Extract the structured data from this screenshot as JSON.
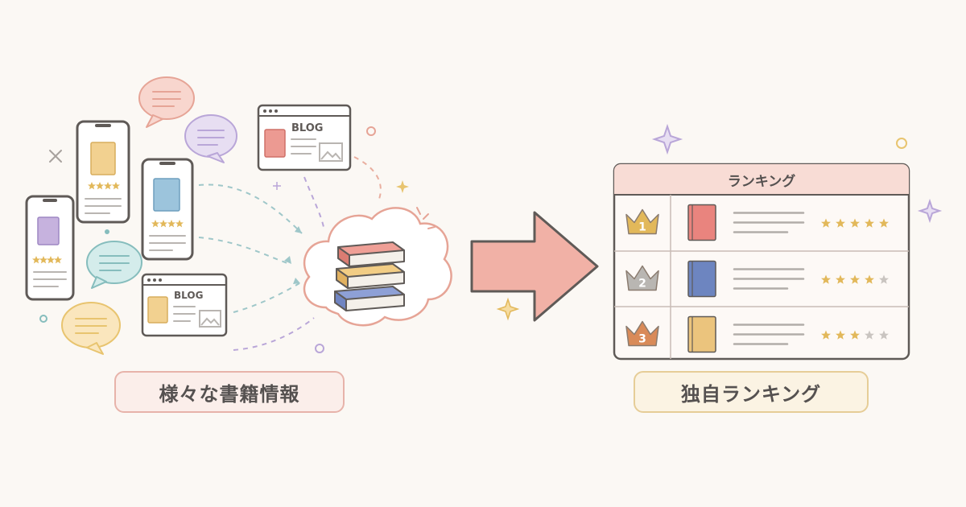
{
  "sources": {
    "blog_label_top": "BLOG",
    "blog_label_bottom": "BLOG",
    "caption": "様々な書籍情報"
  },
  "ranking": {
    "title": "ランキング",
    "caption": "独自ランキング",
    "rows": [
      {
        "rank": "1",
        "stars": 5,
        "crown_color": "#e2b85a",
        "book_color": "#e9847e"
      },
      {
        "rank": "2",
        "stars": 4,
        "crown_color": "#b9b6b2",
        "book_color": "#6d85c0"
      },
      {
        "rank": "3",
        "stars": 3,
        "crown_color": "#d98a58",
        "book_color": "#ebc47d"
      }
    ],
    "max_stars": 5
  },
  "colors": {
    "star_filled": "#e2b85a",
    "star_empty": "#c9c4c0",
    "arrow": "#f1b1a6",
    "accent_purple": "#b8a3d6",
    "accent_coral": "#e99f95",
    "accent_gold": "#e8c46f"
  }
}
